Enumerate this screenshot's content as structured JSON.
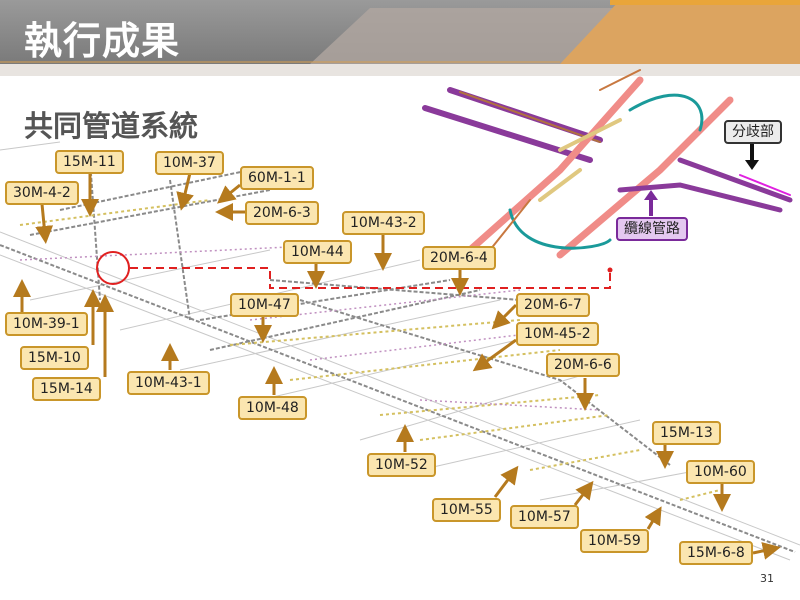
{
  "header": {
    "title": "執行成果"
  },
  "subtitle": "共同管道系統",
  "callouts": {
    "branch": "分歧部",
    "cable": "纜線管路"
  },
  "labels": [
    "15M-11",
    "10M-37",
    "60M-1-1",
    "30M-4-2",
    "20M-6-3",
    "10M-43-2",
    "10M-44",
    "20M-6-4",
    "10M-39-1",
    "20M-6-7",
    "10M-47",
    "10M-45-2",
    "15M-10",
    "20M-6-6",
    "10M-43-1",
    "15M-14",
    "10M-48",
    "15M-13",
    "10M-52",
    "10M-60",
    "10M-55",
    "10M-57",
    "10M-59",
    "15M-6-8"
  ],
  "page_number": "31",
  "colors": {
    "label_fill": "#fbe6b0",
    "label_border": "#c9962a",
    "arrow": "#b57a1e",
    "highlight": "#e02020",
    "accent": "#e9a53a"
  }
}
